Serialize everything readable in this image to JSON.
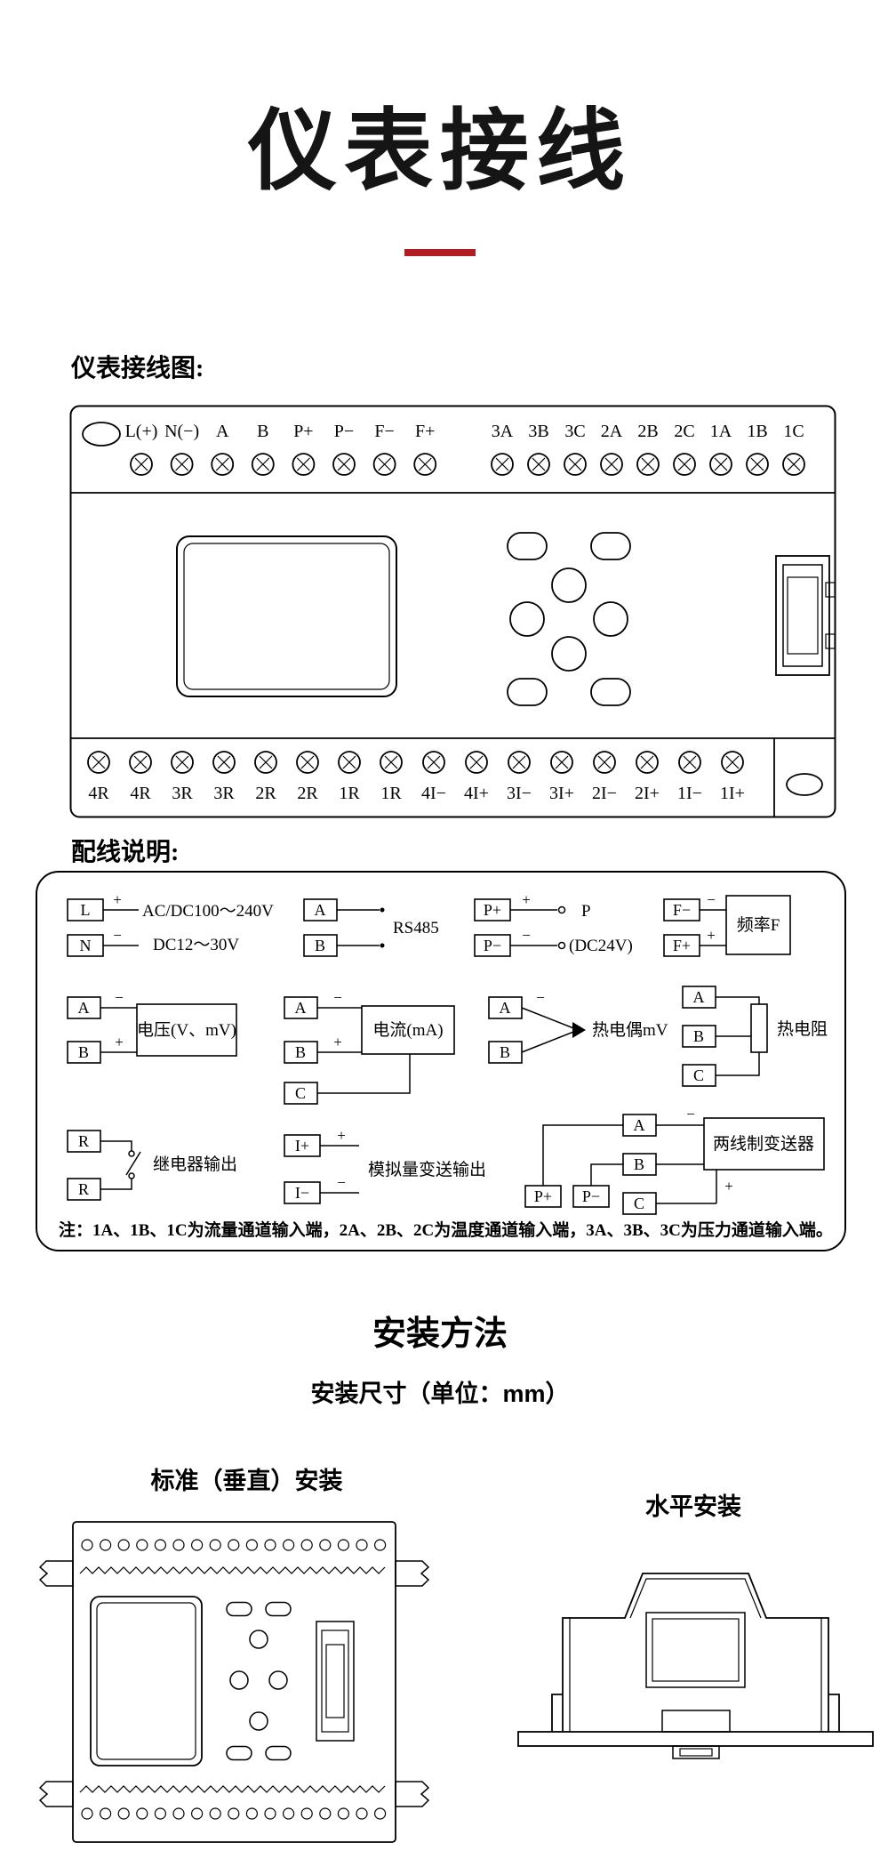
{
  "page": {
    "title": "仪表接线",
    "wiring_diagram_label": "仪表接线图:",
    "wiring_note_label": "配线说明:",
    "install_title": "安装方法",
    "install_subtitle": "安装尺寸（单位：mm）",
    "vertical_install_label": "标准（垂直）安装",
    "horizontal_install_label": "水平安装"
  },
  "colors": {
    "accent_red": "#b01e23",
    "ink": "#000000"
  },
  "symbols": {
    "plus": "+",
    "minus": "−"
  },
  "device": {
    "top_terminals": [
      "L(+)",
      "N(−)",
      "A",
      "B",
      "P+",
      "P−",
      "F−",
      "F+",
      "3A",
      "3B",
      "3C",
      "2A",
      "2B",
      "2C",
      "1A",
      "1B",
      "1C"
    ],
    "bottom_terminals": [
      "4R",
      "4R",
      "3R",
      "3R",
      "2R",
      "2R",
      "1R",
      "1R",
      "4I−",
      "4I+",
      "3I−",
      "3I+",
      "2I−",
      "2I+",
      "1I−",
      "1I+"
    ]
  },
  "legend": {
    "power": {
      "t1": "L",
      "t2": "N",
      "line1": "AC/DC100～240V",
      "line2": "DC12～30V"
    },
    "rs485": {
      "t1": "A",
      "t2": "B",
      "label": "RS485"
    },
    "dc24": {
      "t1": "P+",
      "t2": "P−",
      "label1": "P",
      "label2": "(DC24V)"
    },
    "frequency": {
      "t1": "F−",
      "t2": "F+",
      "label": "频率F"
    },
    "voltage": {
      "t1": "A",
      "t2": "B",
      "label": "电压(V、mV)"
    },
    "current": {
      "t1": "A",
      "t2": "B",
      "t3": "C",
      "label": "电流(mA)"
    },
    "thermocouple": {
      "t1": "A",
      "t2": "B",
      "label": "热电偶mV"
    },
    "rtd": {
      "t1": "A",
      "t2": "B",
      "t3": "C",
      "label": "热电阻"
    },
    "relay": {
      "t1": "R",
      "t2": "R",
      "label": "继电器输出"
    },
    "analog_out": {
      "t1": "I+",
      "t2": "I−",
      "label": "模拟量变送输出"
    },
    "transmitter": {
      "t1": "A",
      "t2": "B",
      "t3": "C",
      "p1": "P+",
      "p2": "P−",
      "label": "两线制变送器"
    },
    "note": "注：1A、1B、1C为流量通道输入端，2A、2B、2C为温度通道输入端，3A、3B、3C为压力通道输入端。"
  }
}
